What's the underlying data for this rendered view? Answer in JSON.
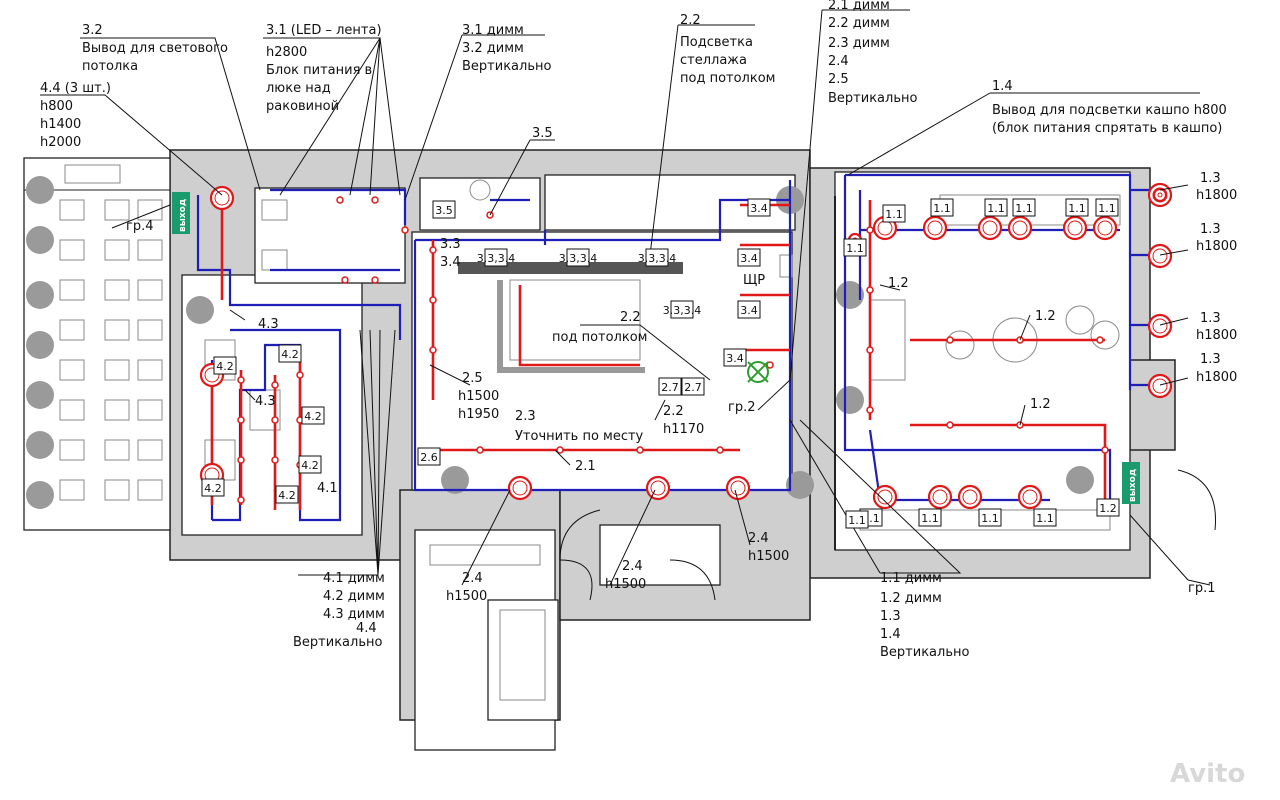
{
  "callouts": {
    "c32": [
      "3.2",
      "Вывод для светового",
      "потолка"
    ],
    "c44": [
      "4.4 (3 шт.)",
      "h800",
      "h1400",
      "h2000"
    ],
    "c31led": [
      "3.1 (LED – лента)",
      "h2800",
      "Блок питания в",
      "люке над",
      "раковиной"
    ],
    "c31dimm": [
      "3.1 димм",
      "3.2 димм",
      "Вертикально"
    ],
    "c22": [
      "2.2",
      "Подсветка",
      "стеллажа",
      "под потолком"
    ],
    "c21dimm": [
      "2.1 димм",
      "2.2 димм",
      "2.3 димм",
      "2.4",
      "2.5",
      "Вертикально"
    ],
    "c14": [
      "1.4",
      "Вывод для подсветки кашпо h800",
      "(блок питания спрятать в кашпо)"
    ],
    "c35": "3.5",
    "c41dimm": [
      "4.1 димм",
      "4.2 димм",
      "4.3 димм",
      "4.4",
      "Вертикально"
    ],
    "c11dimm": [
      "1.1 димм",
      "1.2 димм",
      "1.3",
      "1.4",
      "Вертикально"
    ],
    "c25": [
      "2.5",
      "h1500",
      "h1950"
    ],
    "c22b": [
      "2.2",
      "под потолком"
    ],
    "c23": "2.3",
    "c_refine": "Уточнить по месту",
    "c21": "2.1",
    "c24a": [
      "2.4",
      "h1500"
    ],
    "c24b": [
      "2.4",
      "h1500"
    ],
    "c24c": [
      "2.4",
      "h1500"
    ],
    "c22c": [
      "2.2",
      "h1170"
    ],
    "c13": [
      "1.3",
      "h1800"
    ],
    "c12a": "1.2",
    "c12b": "1.2",
    "c12c": "1.2",
    "c43": "4.3",
    "c42": "4.2",
    "c41": "4.1",
    "c33": [
      "3.3",
      "3.4"
    ],
    "c34": "3.4",
    "c26": "2.6",
    "c27": "2.7",
    "c35tag": "3.5",
    "panel": "ЩР",
    "gr1": "гр.1",
    "gr2": "гр.2",
    "gr4": "гр.4",
    "exit": "выход",
    "c11": "1.1",
    "watermark": "Avito"
  },
  "colors": {
    "cable": "#1f1fb8",
    "lights": "#e01818",
    "walls": "#cfcfcf",
    "exit_sign": "#1a9b6d"
  }
}
